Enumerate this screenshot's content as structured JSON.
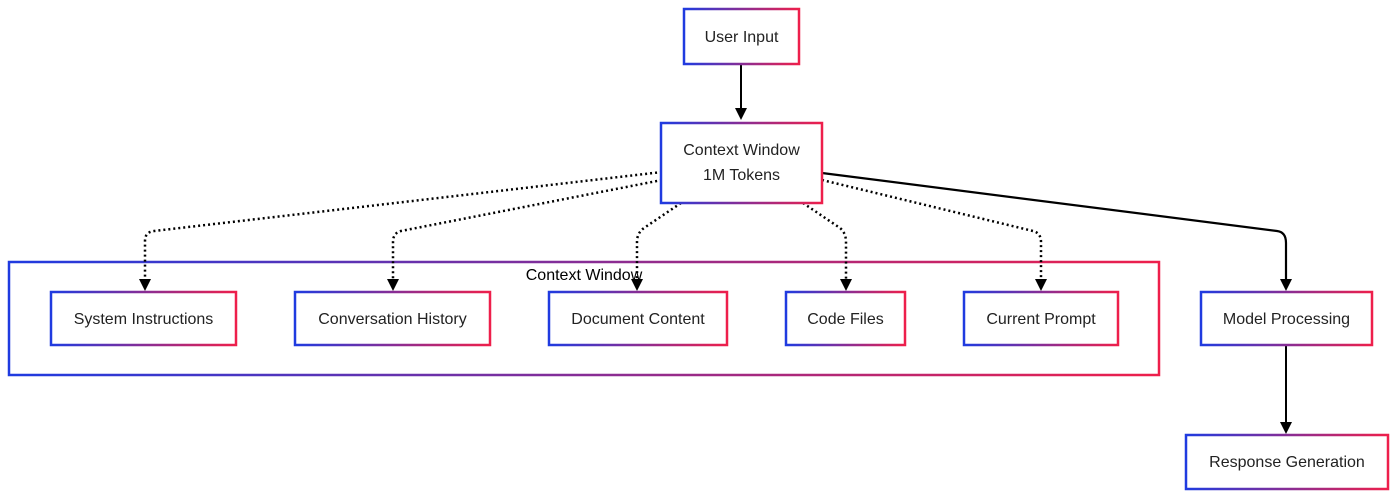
{
  "colors": {
    "border_start": "#1f3be0",
    "border_end": "#ee1f4b",
    "edge": "#000000",
    "node_fill": "#ffffff",
    "text": "#222222"
  },
  "nodes": {
    "user_input": "User Input",
    "context_window_line1": "Context Window",
    "context_window_line2": "1M Tokens",
    "system_instructions": "System Instructions",
    "conversation_history": "Conversation History",
    "document_content": "Document Content",
    "code_files": "Code Files",
    "current_prompt": "Current Prompt",
    "model_processing": "Model Processing",
    "response_generation": "Response Generation"
  },
  "cluster": {
    "label": "Context Window"
  },
  "edges": [
    {
      "from": "User Input",
      "to": "Context Window",
      "style": "solid"
    },
    {
      "from": "Context Window",
      "to": "System Instructions",
      "style": "dotted"
    },
    {
      "from": "Context Window",
      "to": "Conversation History",
      "style": "dotted"
    },
    {
      "from": "Context Window",
      "to": "Document Content",
      "style": "dotted"
    },
    {
      "from": "Context Window",
      "to": "Code Files",
      "style": "dotted"
    },
    {
      "from": "Context Window",
      "to": "Current Prompt",
      "style": "dotted"
    },
    {
      "from": "Context Window",
      "to": "Model Processing",
      "style": "solid"
    },
    {
      "from": "Model Processing",
      "to": "Response Generation",
      "style": "solid"
    }
  ]
}
